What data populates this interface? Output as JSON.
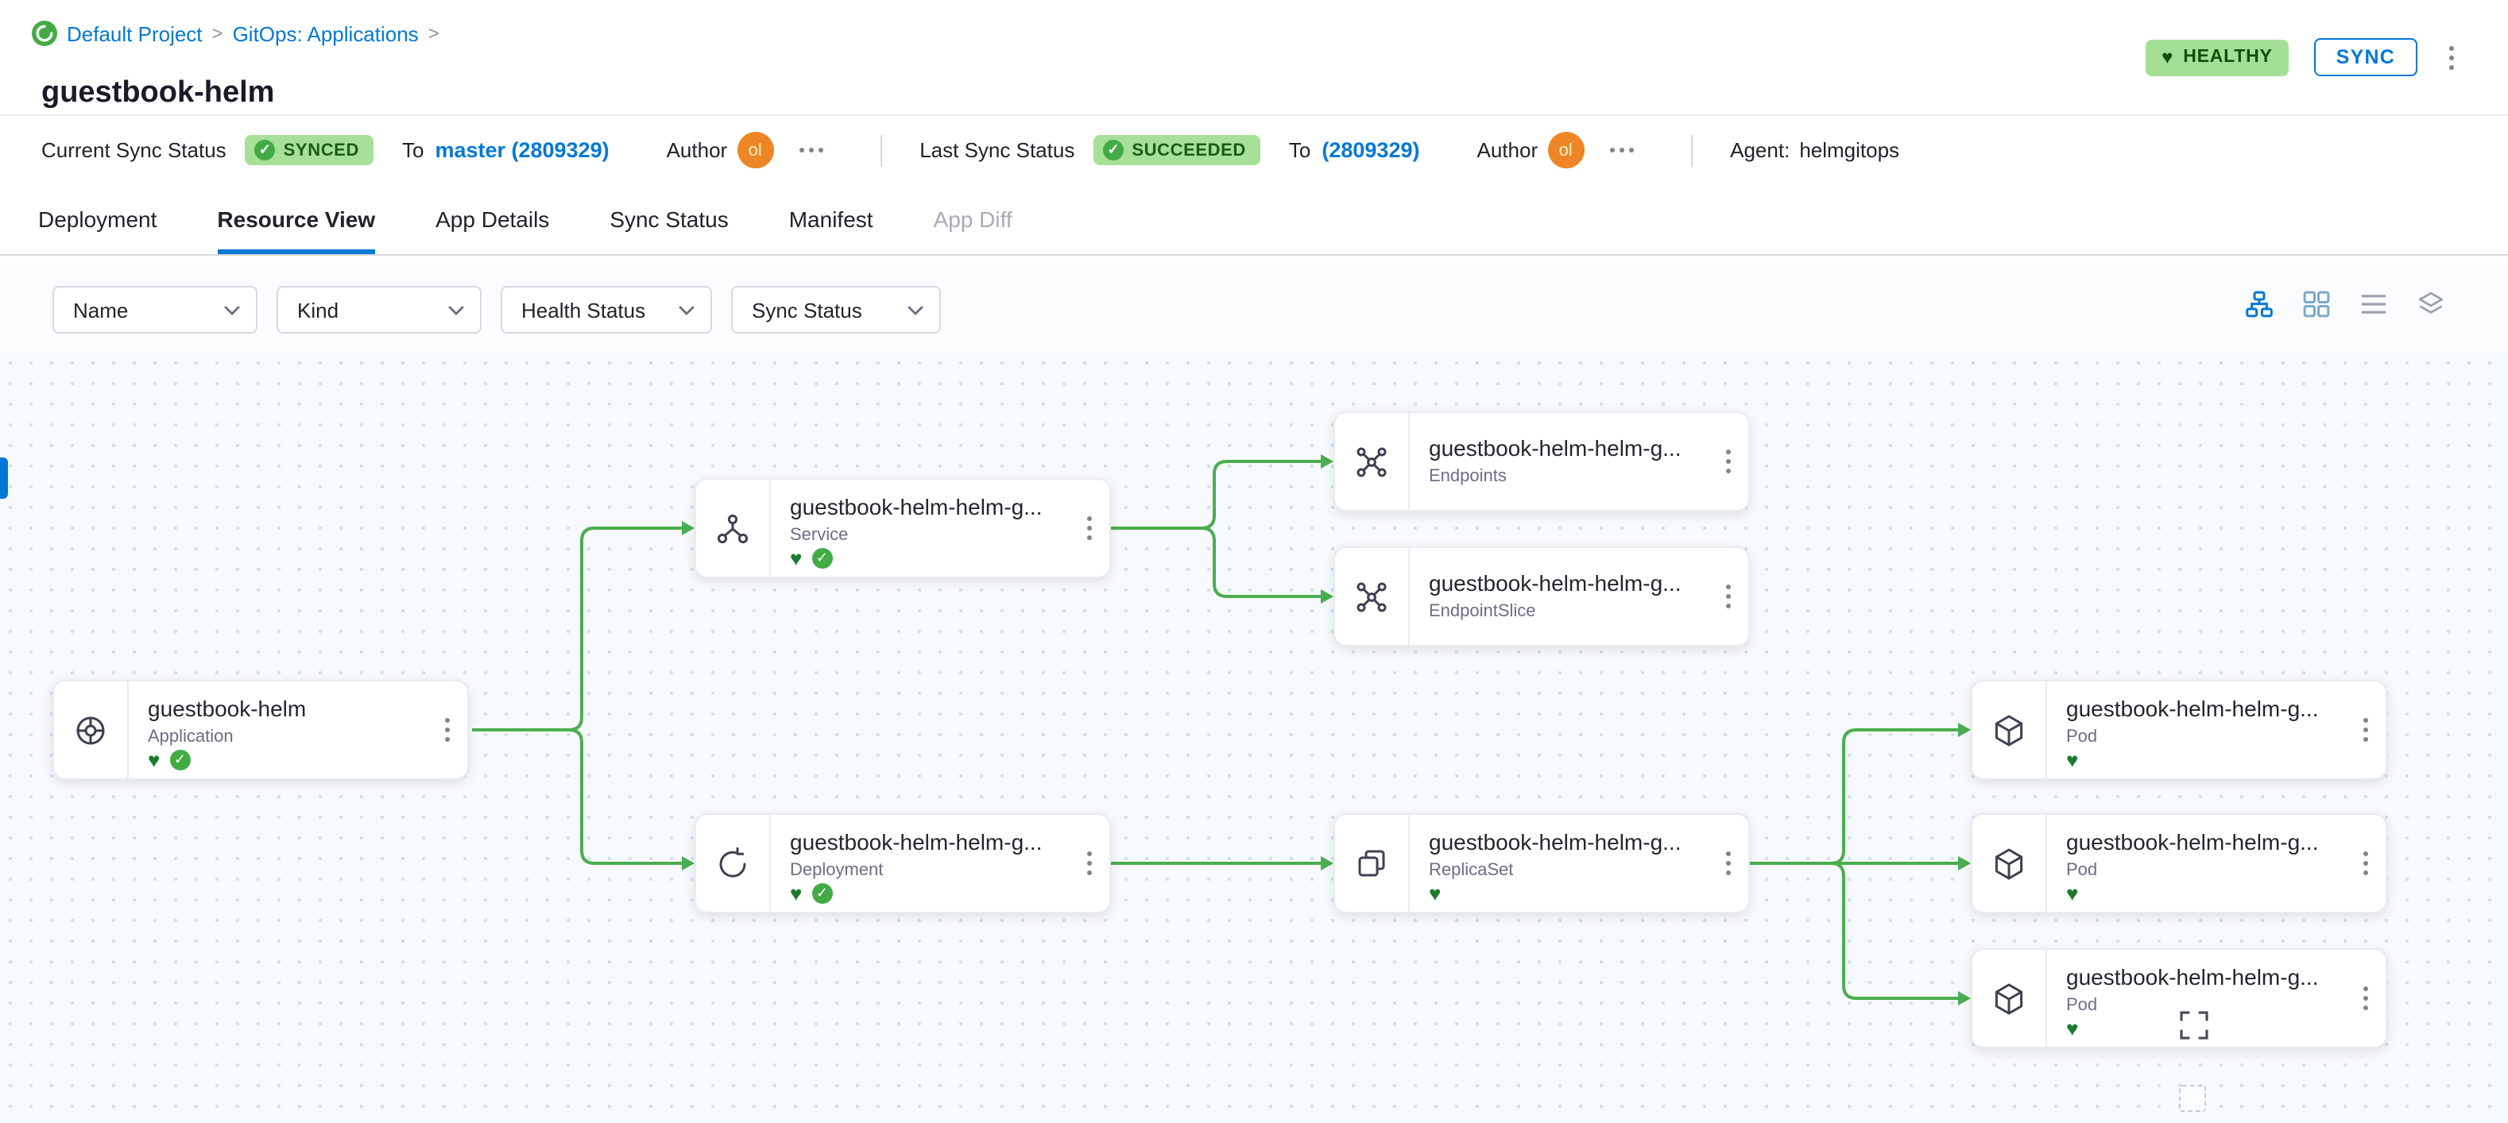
{
  "breadcrumb": {
    "items": [
      "Default Project",
      "GitOps: Applications"
    ],
    "separator": ">"
  },
  "header": {
    "title": "guestbook-helm",
    "health_badge": "HEALTHY",
    "sync_button": "SYNC"
  },
  "status_bar": {
    "current_sync_label": "Current Sync Status",
    "current_sync_status": "SYNCED",
    "to_label": "To",
    "current_revision": "master (2809329)",
    "author_label": "Author",
    "author_initials": "ol",
    "last_sync_label": "Last Sync Status",
    "last_sync_status": "SUCCEEDED",
    "last_revision": "(2809329)",
    "agent_label": "Agent:",
    "agent_name": "helmgitops"
  },
  "tabs": [
    {
      "label": "Deployment"
    },
    {
      "label": "Resource View"
    },
    {
      "label": "App Details"
    },
    {
      "label": "Sync Status"
    },
    {
      "label": "Manifest"
    },
    {
      "label": "App Diff"
    }
  ],
  "filters": [
    {
      "label": "Name"
    },
    {
      "label": "Kind"
    },
    {
      "label": "Health Status"
    },
    {
      "label": "Sync Status"
    }
  ],
  "view_modes": [
    "tree-view",
    "grid-view",
    "list-view",
    "group-view"
  ],
  "nodes": [
    {
      "title": "guestbook-helm",
      "kind": "Application"
    },
    {
      "title": "guestbook-helm-helm-g...",
      "kind": "Service"
    },
    {
      "title": "guestbook-helm-helm-g...",
      "kind": "Endpoints"
    },
    {
      "title": "guestbook-helm-helm-g...",
      "kind": "EndpointSlice"
    },
    {
      "title": "guestbook-helm-helm-g...",
      "kind": "Deployment"
    },
    {
      "title": "guestbook-helm-helm-g...",
      "kind": "ReplicaSet"
    },
    {
      "title": "guestbook-helm-helm-g...",
      "kind": "Pod"
    },
    {
      "title": "guestbook-helm-helm-g...",
      "kind": "Pod"
    },
    {
      "title": "guestbook-helm-helm-g...",
      "kind": "Pod"
    }
  ],
  "glyphs": {
    "heart": "♥",
    "check": "✓"
  },
  "colors": {
    "primary_blue": "#0278d5",
    "badge_green_bg": "#a6e099",
    "badge_green_text": "#1c5c10",
    "connector_green": "#4bae50",
    "health_green": "#1e7a2e",
    "avatar_orange": "#ee8625"
  }
}
